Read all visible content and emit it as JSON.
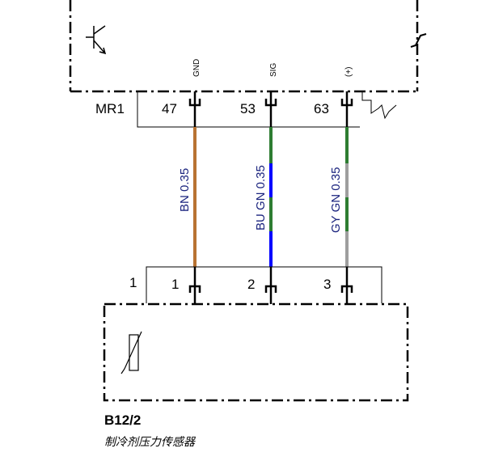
{
  "upper_connector": {
    "name": "MR1",
    "pins": [
      {
        "pin": "47",
        "signal": "GND"
      },
      {
        "pin": "53",
        "signal": "SIG"
      },
      {
        "pin": "63",
        "signal": "(+)"
      }
    ]
  },
  "wires": [
    {
      "label": "BN  0.35",
      "colors": [
        "#b87333"
      ]
    },
    {
      "label": "BU GN 0.35",
      "colors": [
        "#0000ff",
        "#2e7d32"
      ]
    },
    {
      "label": "GY GN 0.35",
      "colors": [
        "#9e9e9e",
        "#2e7d32"
      ]
    }
  ],
  "lower_connector": {
    "name": "1",
    "pins": [
      "1",
      "2",
      "3"
    ]
  },
  "component": {
    "id": "B12/2",
    "description": "制冷剂压力传感器"
  }
}
